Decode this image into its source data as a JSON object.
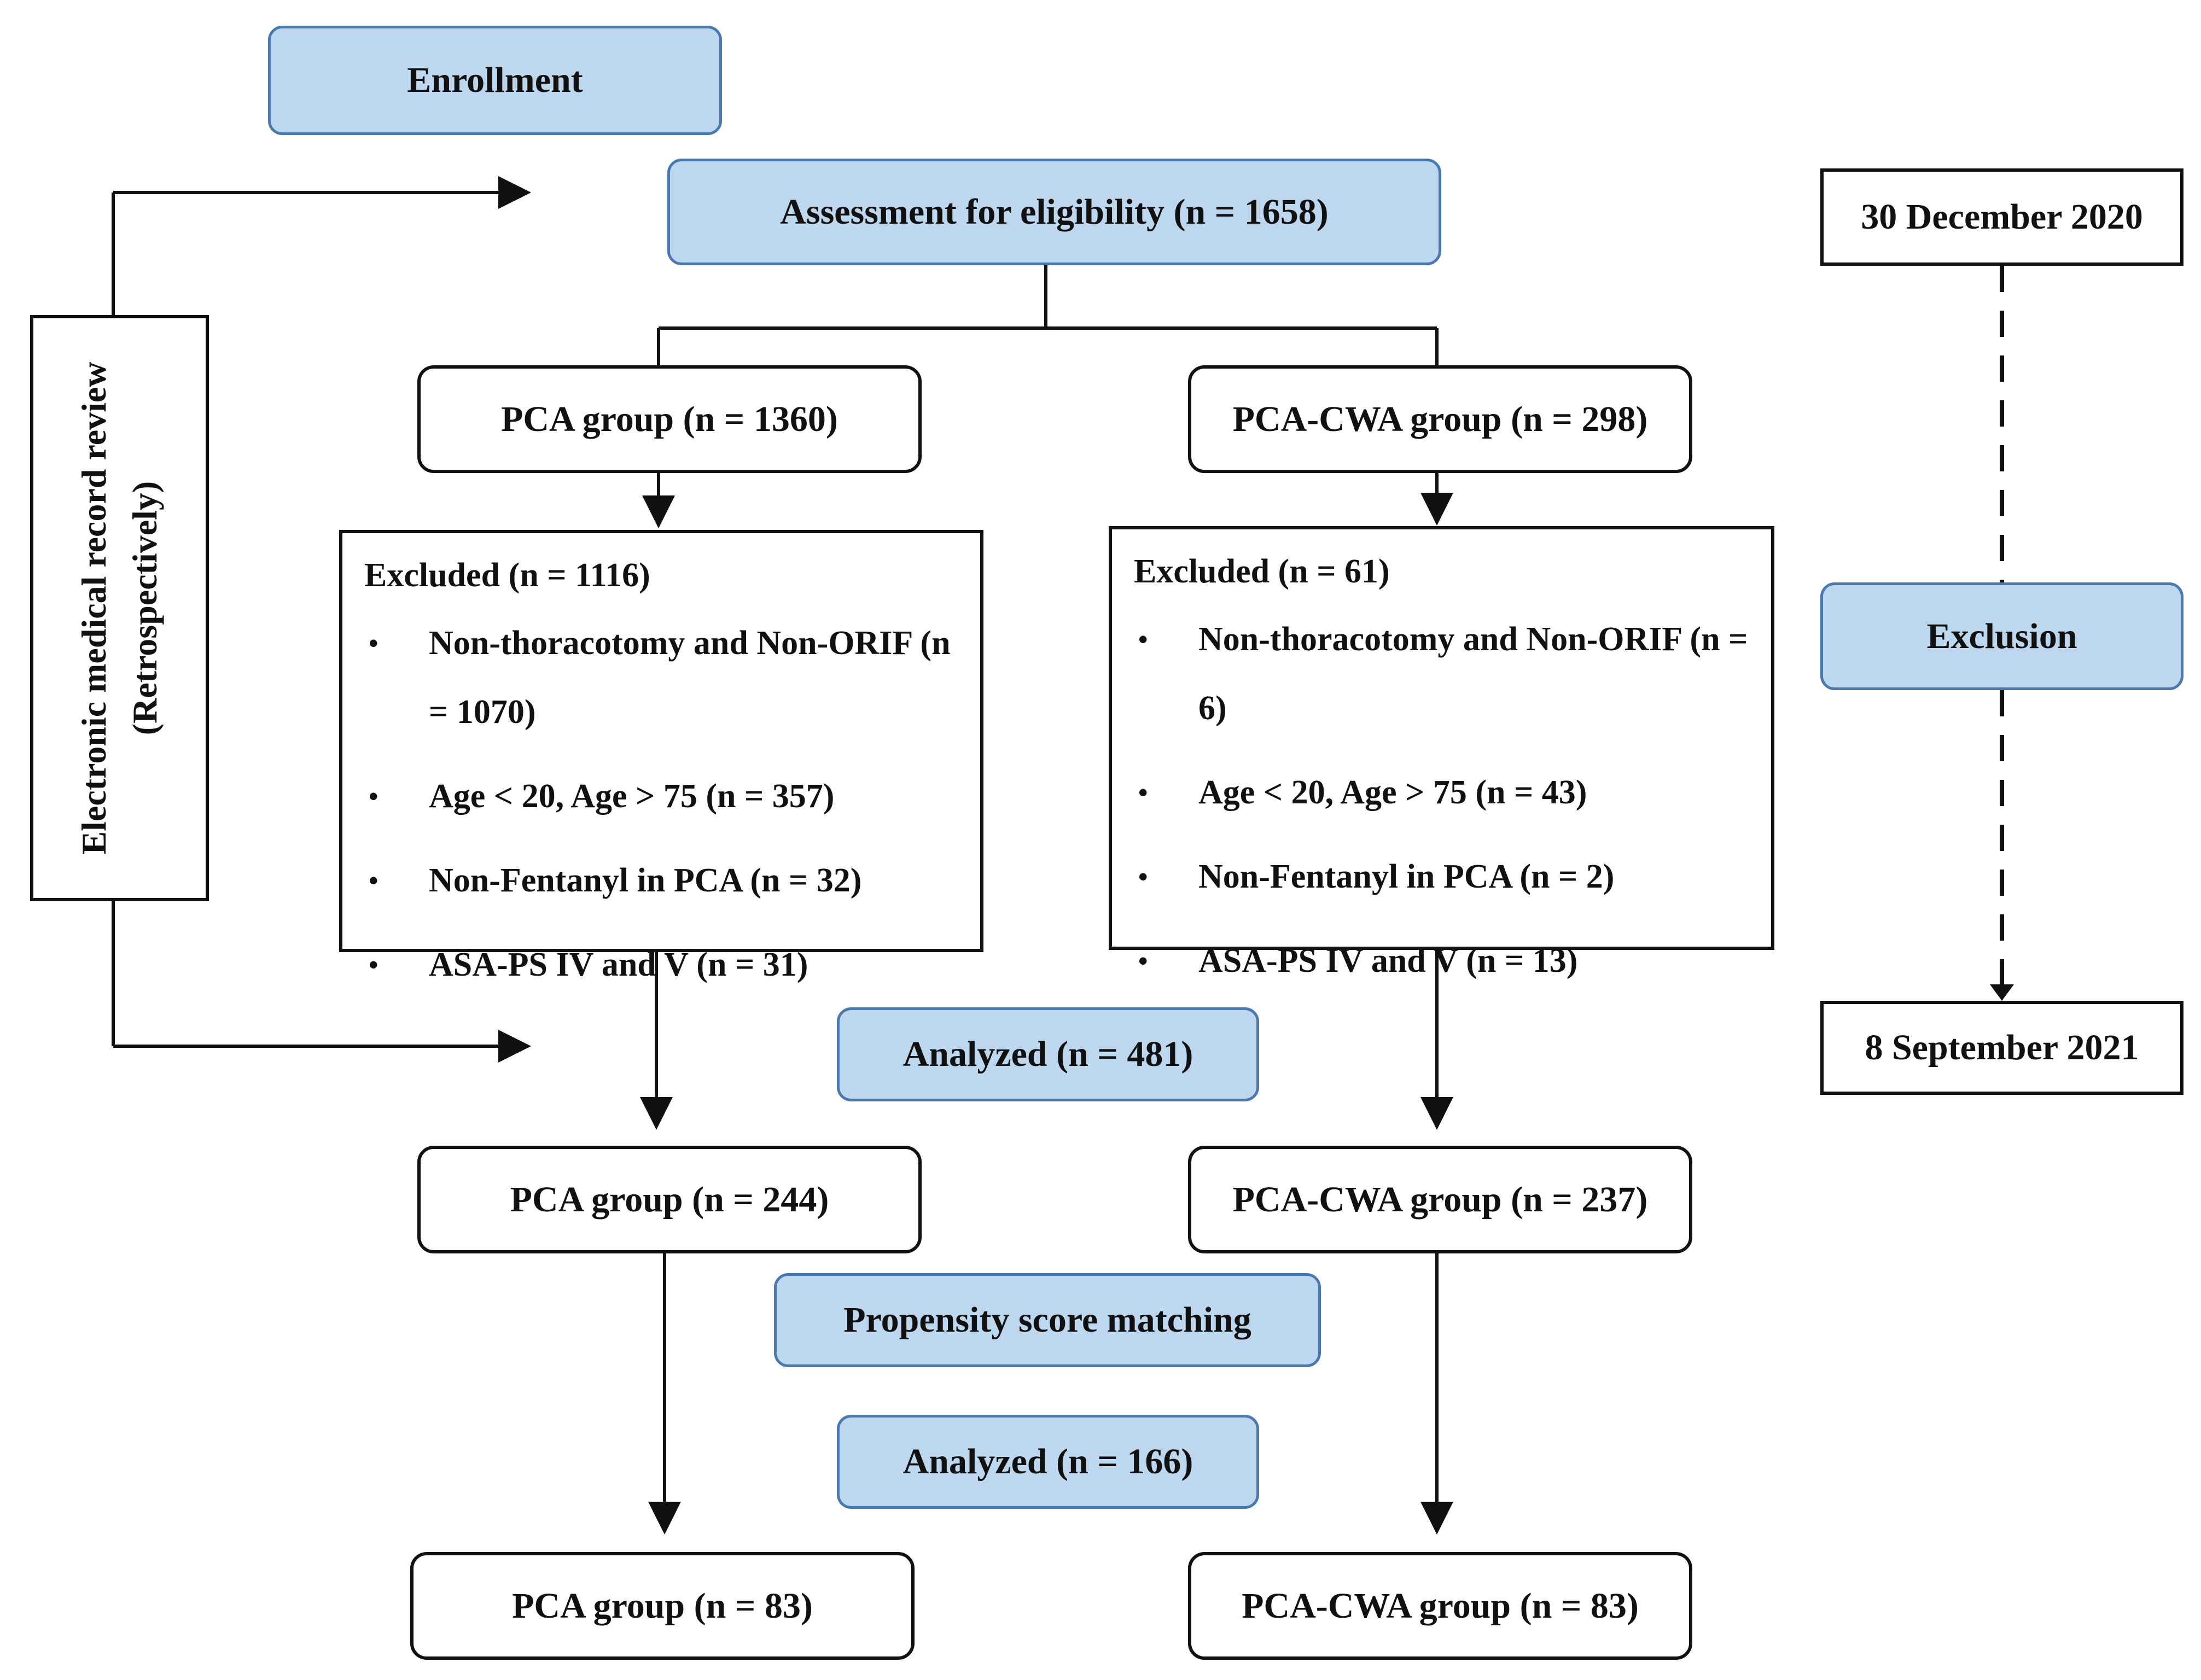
{
  "enrollment": "Enrollment",
  "assessment": "Assessment for eligibility (n = 1658)",
  "pca_group_1": "PCA group (n = 1360)",
  "cwa_group_1": "PCA-CWA group (n = 298)",
  "excluded_pca": {
    "header": "Excluded (n = 1116)",
    "items": [
      "Non-thoracotomy and Non-ORIF (n = 1070)",
      "Age < 20, Age > 75 (n = 357)",
      "Non-Fentanyl in PCA (n = 32)",
      "ASA-PS IV and V (n = 31)"
    ]
  },
  "excluded_cwa": {
    "header": "Excluded (n = 61)",
    "items": [
      "Non-thoracotomy and Non-ORIF (n = 6)",
      "Age < 20, Age > 75 (n = 43)",
      "Non-Fentanyl in PCA (n = 2)",
      "ASA-PS IV and V (n = 13)"
    ]
  },
  "analyzed_1": "Analyzed (n = 481)",
  "pca_group_2": "PCA group (n = 244)",
  "cwa_group_2": "PCA-CWA group (n = 237)",
  "psm": "Propensity score matching",
  "analyzed_2": "Analyzed (n = 166)",
  "pca_group_3": "PCA group (n = 83)",
  "cwa_group_3": "PCA-CWA group (n = 83)",
  "review": {
    "line1": "Electronic medical record review",
    "line2": "(Retrospectively)"
  },
  "date_start": "30 December 2020",
  "exclusion": "Exclusion",
  "date_end": "8 September 2021",
  "colors": {
    "box_fill": "#bdd7ee",
    "box_border": "#4a78b0",
    "line": "#111111"
  }
}
